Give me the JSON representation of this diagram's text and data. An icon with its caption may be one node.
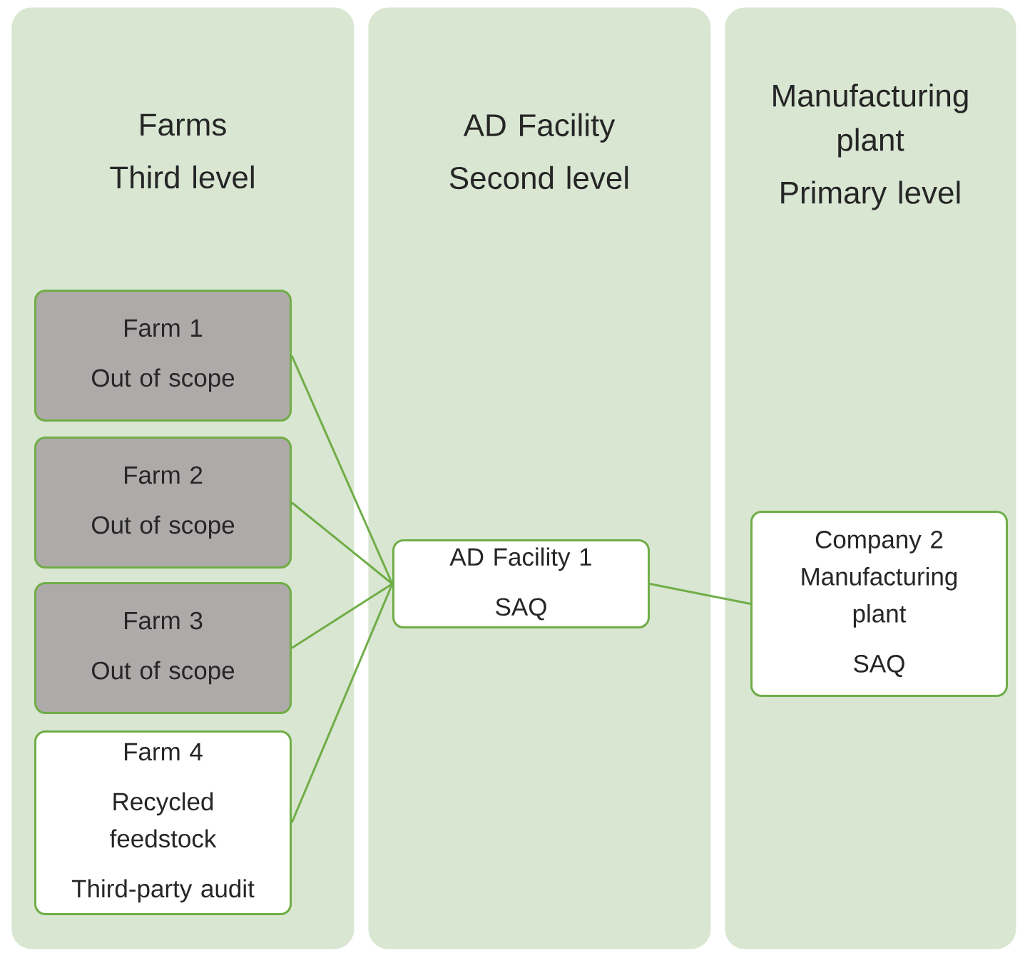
{
  "diagram": {
    "nodes": [
      {
        "text": [
          "Farms",
          "Third level"
        ]
      },
      {
        "text": [
          "AD Facility",
          "Second level"
        ]
      },
      {
        "text": [
          "Manufacturing plant",
          "Primary level"
        ]
      },
      {
        "text": [
          "Farm 1",
          "Out of scope"
        ],
        "in": 0
      },
      {
        "text": [
          "Farm 2",
          "Out of scope"
        ],
        "in": 0
      },
      {
        "text": [
          "Farm 3",
          "Out of scope"
        ],
        "in": 0
      },
      {
        "text": [
          "Farm 4",
          "Recycled feedstock",
          "Third-party audit"
        ],
        "in": 0
      },
      {
        "text": [
          "AD Facility 1",
          "SAQ"
        ],
        "in": 1
      },
      {
        "text": [
          "Company 2 Manufacturing plant",
          "SAQ"
        ],
        "in": 2
      }
    ],
    "edges": [
      {
        "from": 3,
        "to": 7,
        "arrow": "none"
      },
      {
        "from": 4,
        "to": 7,
        "arrow": "none"
      },
      {
        "from": 5,
        "to": 7,
        "arrow": "none"
      },
      {
        "from": 6,
        "to": 7,
        "arrow": "none"
      },
      {
        "from": 7,
        "to": 8,
        "arrow": "none"
      }
    ]
  }
}
